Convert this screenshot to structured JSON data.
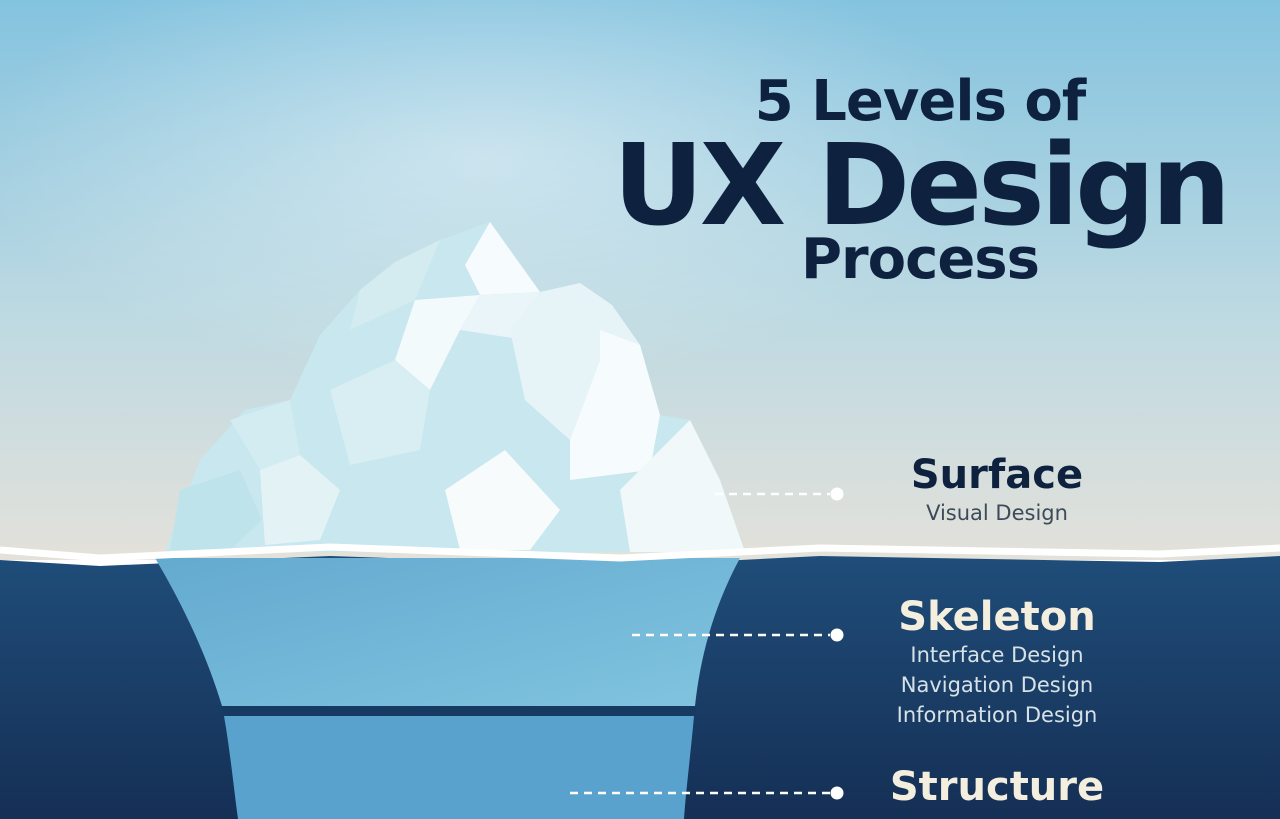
{
  "title": {
    "line1": "5 Levels of",
    "line2": "UX Design",
    "line3": "Process"
  },
  "levels": [
    {
      "name": "Surface",
      "items": [
        "Visual Design"
      ]
    },
    {
      "name": "Skeleton",
      "items": [
        "Interface Design",
        "Navigation Design",
        "Information Design"
      ]
    },
    {
      "name": "Structure",
      "items": []
    }
  ],
  "colors": {
    "sky_top": "#84c3df",
    "sky_bottom": "#e2e0da",
    "ocean_top": "#1f4d79",
    "ocean_bottom": "#153258",
    "title_navy": "#0e2240",
    "label_cream": "#f3eedd",
    "ice_underwater_1": "#6fb4d8",
    "ice_underwater_2": "#58a0cc"
  }
}
